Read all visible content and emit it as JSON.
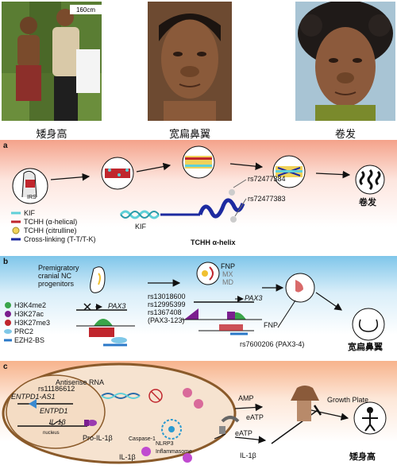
{
  "photos": {
    "scale_label": "160cm",
    "captions": [
      "矮身高",
      "宽扁鼻翼",
      "卷发"
    ]
  },
  "panel_a": {
    "tag": "a",
    "irs_label": "IRS",
    "legend": [
      {
        "label": "KIF",
        "color": "#5fd0d8"
      },
      {
        "label": "TCHH (α-helical)",
        "color": "#c0262d"
      },
      {
        "label": "TCHH (citrulline)",
        "color": "#f0d25a"
      },
      {
        "label": "Cross-linking (T-T/T-K)",
        "color": "#1d2aa0"
      }
    ],
    "snps": [
      "rs72477384",
      "rs72477383"
    ],
    "kif_label": "KIF",
    "tchh_label": "TCHH α-helix",
    "trait": "卷发"
  },
  "panel_b": {
    "tag": "b",
    "progenitor_label": "Premigratory cranial NC progenitors",
    "legend": [
      {
        "label": "H3K4me2",
        "color": "#3aa54a"
      },
      {
        "label": "H3K27ac",
        "color": "#7b1f8f"
      },
      {
        "label": "H3K27me3",
        "color": "#c0262d"
      },
      {
        "label": "PRC2",
        "color": "#7fc8e8"
      },
      {
        "label": "EZH2-BS",
        "color": "#2a78c8"
      }
    ],
    "gene_left": "PAX3",
    "gene_right": "PAX3",
    "fnp_labels": [
      "FNP",
      "MX",
      "MD"
    ],
    "snp_lines": [
      "rs13018600",
      "rs12995399",
      "rs1367408",
      "(PAX3-123)"
    ],
    "snp_bottom": "rs7600206 (PAX3-4)",
    "fnp_label2": "FNP",
    "trait": "宽扁鼻翼"
  },
  "panel_c": {
    "tag": "c",
    "antisense": "Antisense RNA",
    "snp": "rs11186612",
    "gene_as": "ENTPD1-AS1",
    "gene": "ENTPD1",
    "il1b_gene": "IL-1β",
    "nucleus": "nucleus",
    "pro_il1b": "Pro-IL-1β",
    "caspase": "Caspase-1",
    "nlrp3": "NLRP3 Inflammasome",
    "il1b": "IL-1β",
    "amp": "AMP",
    "eatp1": "eATP",
    "eatp2": "eATP",
    "il1b_out": "IL-1β",
    "growth_plate": "Growth Plate",
    "trait": "矮身高"
  }
}
